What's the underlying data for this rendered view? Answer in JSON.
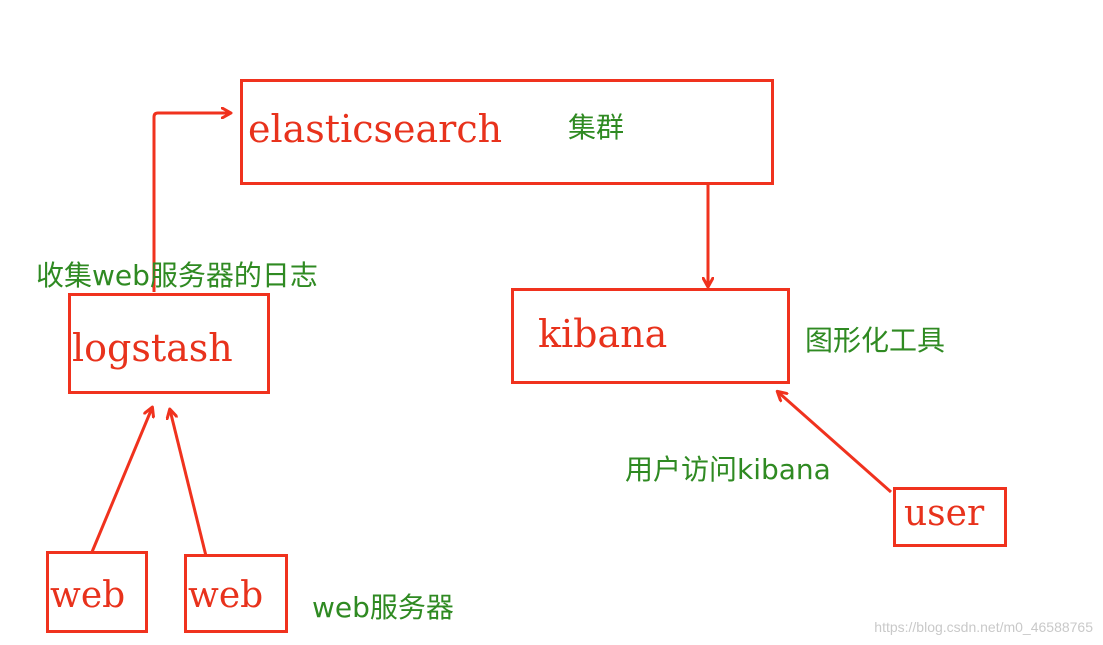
{
  "diagram": {
    "nodes": {
      "elasticsearch": "elasticsearch",
      "logstash": "logstash",
      "kibana": "kibana",
      "user": "user",
      "web_1": "web",
      "web_2": "web"
    },
    "notes": {
      "cluster": "集群",
      "collect": "收集web服务器的日志",
      "gui": "图形化工具",
      "user_access": "用户访问kibana",
      "web_servers": "web服务器"
    },
    "edges": [
      {
        "from": "web_1",
        "to": "logstash"
      },
      {
        "from": "web_2",
        "to": "logstash"
      },
      {
        "from": "logstash",
        "to": "elasticsearch"
      },
      {
        "from": "elasticsearch",
        "to": "kibana"
      },
      {
        "from": "user",
        "to": "kibana"
      }
    ],
    "colors": {
      "box": "#f0321e",
      "box_text": "#e8321c",
      "arrow": "#f0321e",
      "note_text": "#2f8a22",
      "watermark": "#c9c9c9"
    }
  },
  "watermark": "https://blog.csdn.net/m0_46588765"
}
